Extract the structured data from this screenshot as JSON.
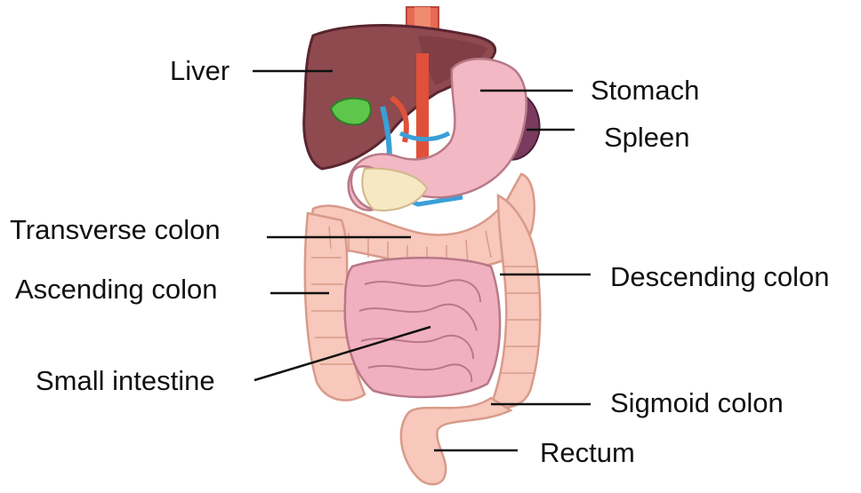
{
  "labels": {
    "liver": "Liver",
    "stomach": "Stomach",
    "spleen": "Spleen",
    "transverse_colon": "Transverse colon",
    "ascending_colon": "Ascending colon",
    "descending_colon": "Descending colon",
    "small_intestine": "Small intestine",
    "sigmoid_colon": "Sigmoid colon",
    "rectum": "Rectum"
  },
  "colors": {
    "liver": "#8e4a4f",
    "liver_dark": "#5a2530",
    "stomach": "#f2b8c4",
    "spleen": "#7a3b5e",
    "gallbladder": "#5ec64a",
    "aorta": "#e0503a",
    "vein": "#3a9fd8",
    "colon": "#f7c8bb",
    "colon_outline": "#d99a8a",
    "small_intestine": "#f0b0c0",
    "pancreas": "#f7e8c4",
    "leader_line": "#111111",
    "text": "#111111"
  }
}
